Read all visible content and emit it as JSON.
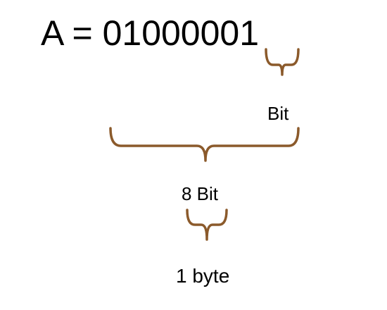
{
  "equation": {
    "text": "A = 01000001"
  },
  "labels": {
    "bit": "Bit",
    "eight_bit": "8 Bit",
    "one_byte": "1 byte"
  },
  "colors": {
    "brace": "#8B5A2B",
    "text": "#000000",
    "background": "#ffffff"
  }
}
